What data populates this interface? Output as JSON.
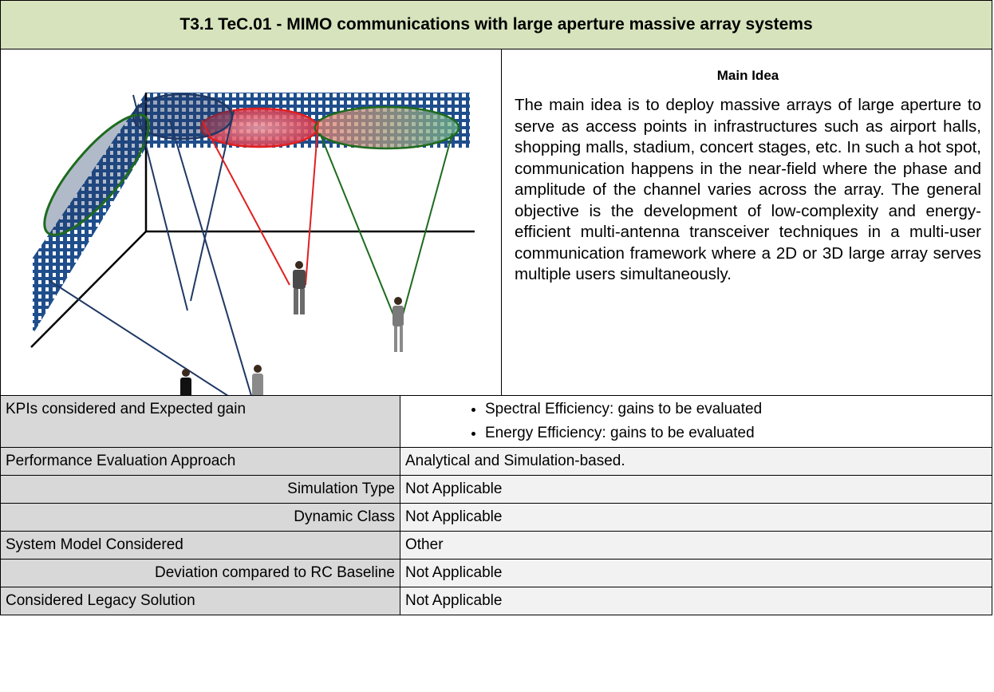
{
  "header": {
    "title": "T3.1 TeC.01 - MIMO communications with large aperture massive array systems"
  },
  "main_idea": {
    "heading": "Main Idea",
    "text": "The main idea is to deploy massive arrays of large aperture to serve as access points in infrastructures such as airport halls, shopping malls, stadium, concert stages, etc. In such a hot spot, communication happens in the near-field where the phase and amplitude of the channel varies across the array. The general objective is the development of low-complexity and energy-efficient multi-antenna transceiver techniques in a multi-user communication framework where a 2D or 3D large array serves multiple users simultaneously."
  },
  "table": {
    "kpi": {
      "label": "KPIs considered and Expected gain",
      "items": [
        "Spectral Efficiency: gains to be evaluated",
        "Energy Efficiency: gains to be evaluated"
      ]
    },
    "perf_eval": {
      "label": "Performance Evaluation Approach",
      "value": "Analytical and Simulation-based."
    },
    "sim_type": {
      "label": "Simulation Type",
      "value": "Not Applicable"
    },
    "dynamic_class": {
      "label": "Dynamic Class",
      "value": "Not Applicable"
    },
    "system_model": {
      "label": "System Model Considered",
      "value": "Other"
    },
    "deviation": {
      "label": "Deviation compared to RC Baseline",
      "value": "Not Applicable"
    },
    "legacy": {
      "label": "Considered Legacy Solution",
      "value": "Not Applicable"
    }
  },
  "colors": {
    "title_bg": "#d6e3bc",
    "label_bg": "#d8d8d8",
    "value_bg": "#f2f2f2",
    "array_blue": "#1f4e8c",
    "beam_navy": "#1f3864",
    "beam_red": "#e02020",
    "beam_green": "#1e6b1e"
  }
}
